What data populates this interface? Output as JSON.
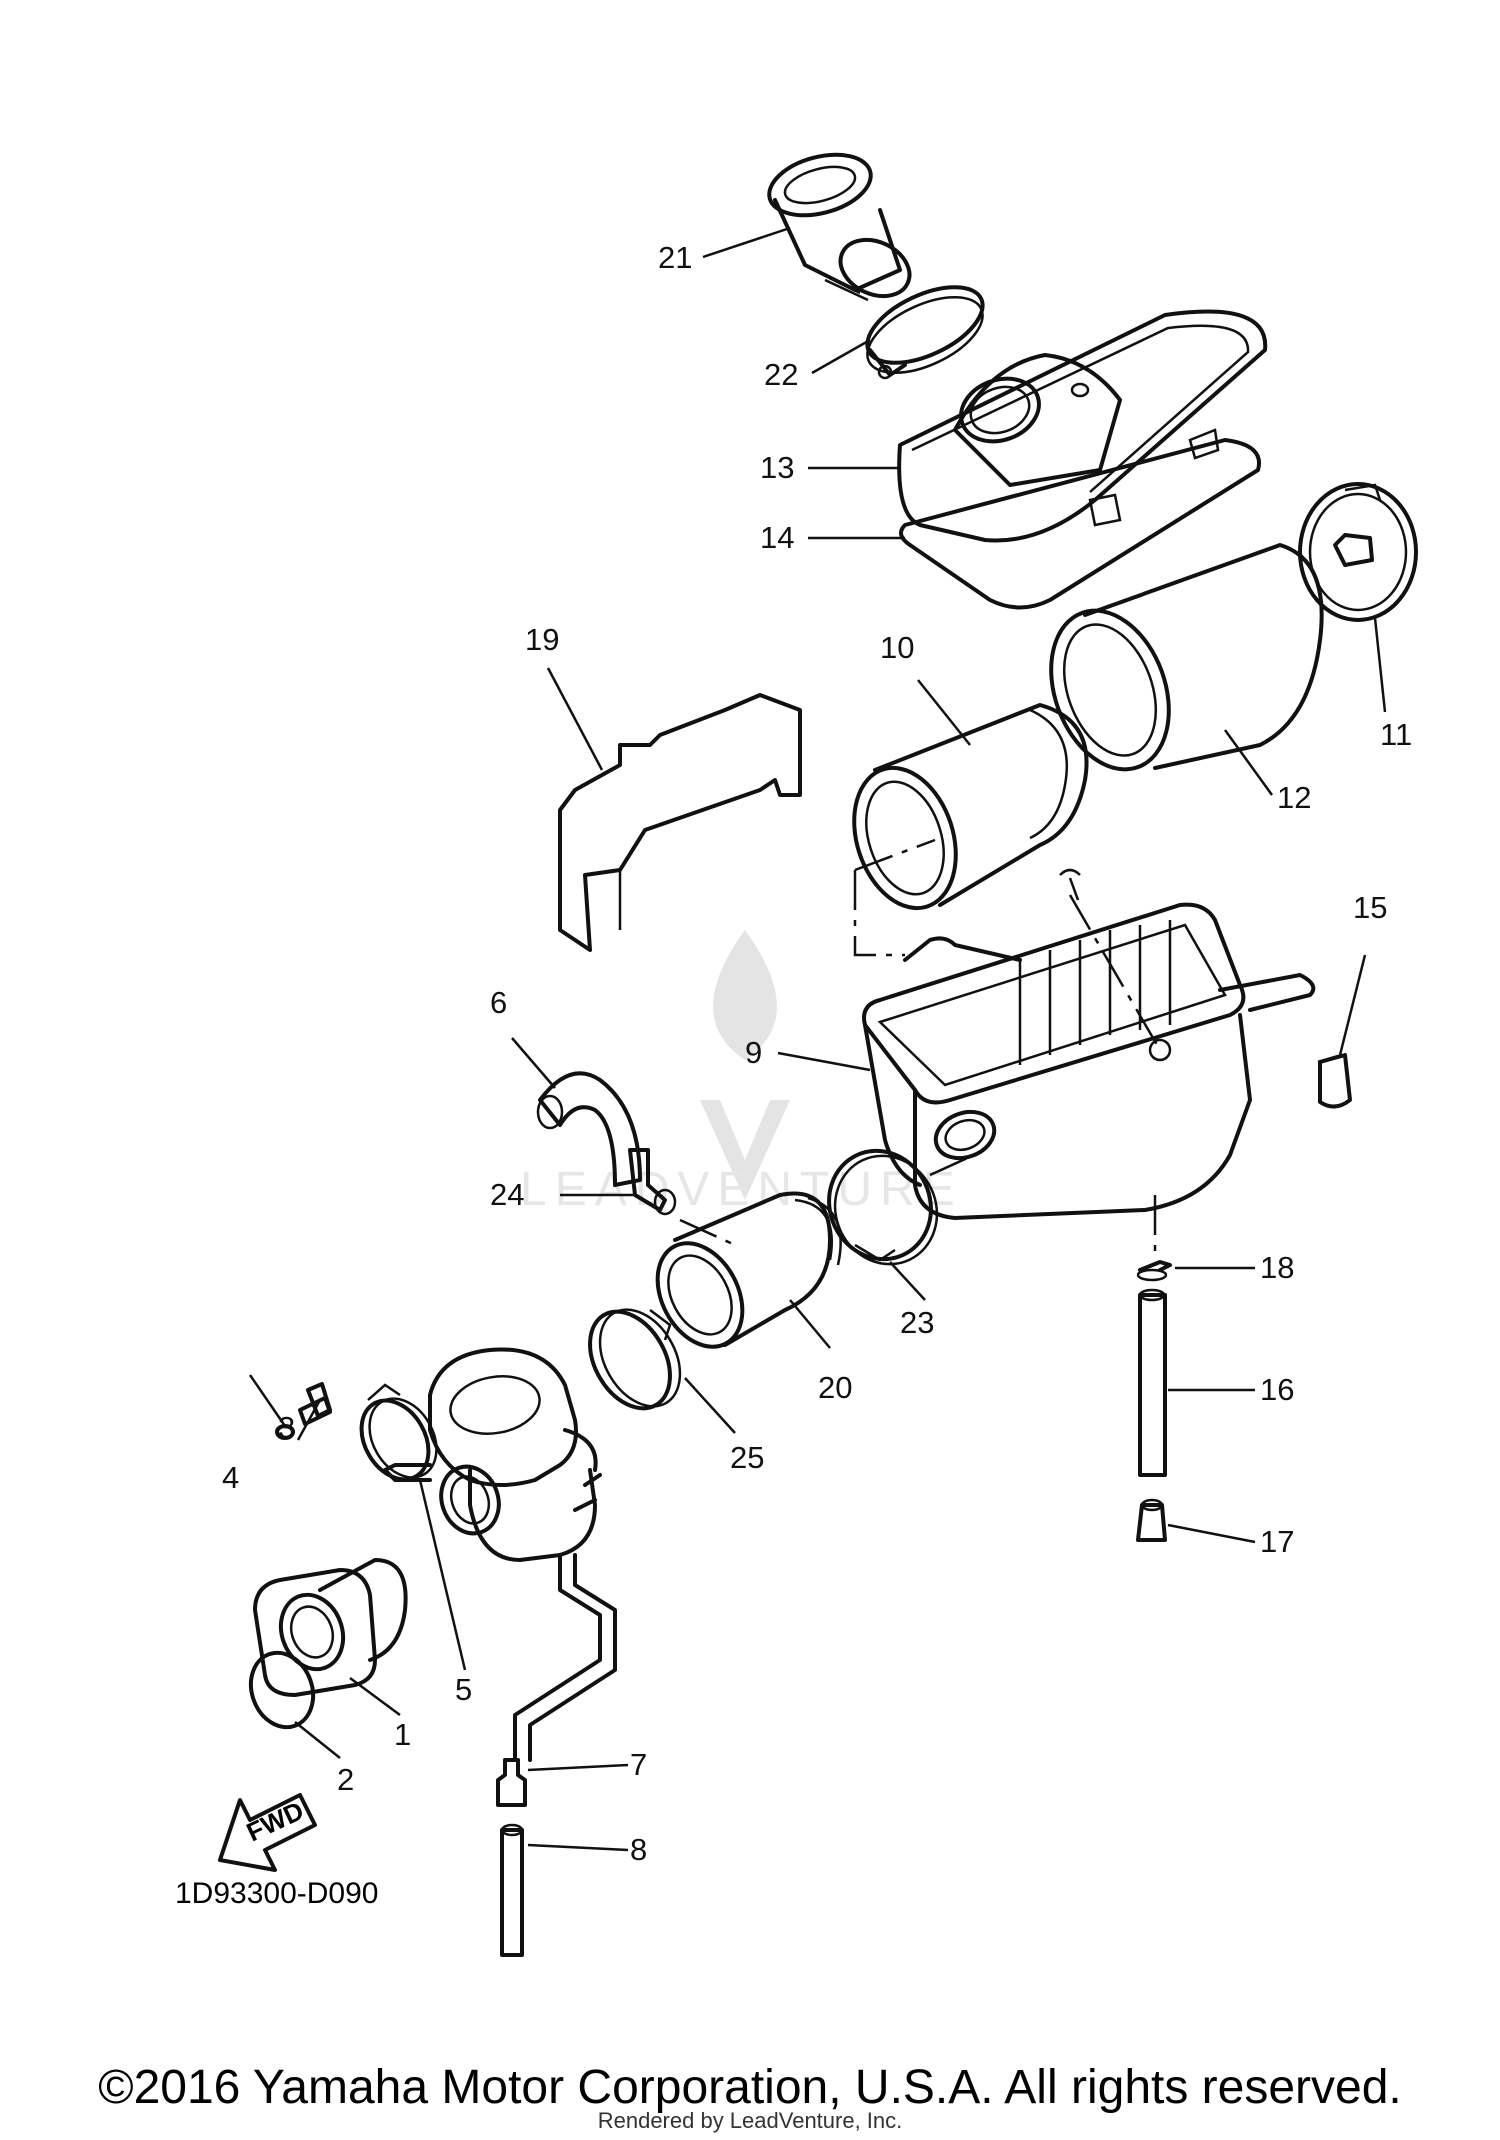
{
  "diagram": {
    "drawing_code": "1D93300-D090",
    "direction_marker": "FWD",
    "copyright": "©2016 Yamaha Motor Corporation, U.S.A. All rights reserved.",
    "rendered_by": "Rendered by LeadVenture, Inc.",
    "watermark": "LEADVENTURE",
    "callouts": [
      "1",
      "2",
      "3",
      "4",
      "5",
      "6",
      "7",
      "8",
      "9",
      "10",
      "11",
      "12",
      "13",
      "14",
      "15",
      "16",
      "17",
      "18",
      "19",
      "20",
      "21",
      "22",
      "23",
      "24",
      "25"
    ]
  }
}
